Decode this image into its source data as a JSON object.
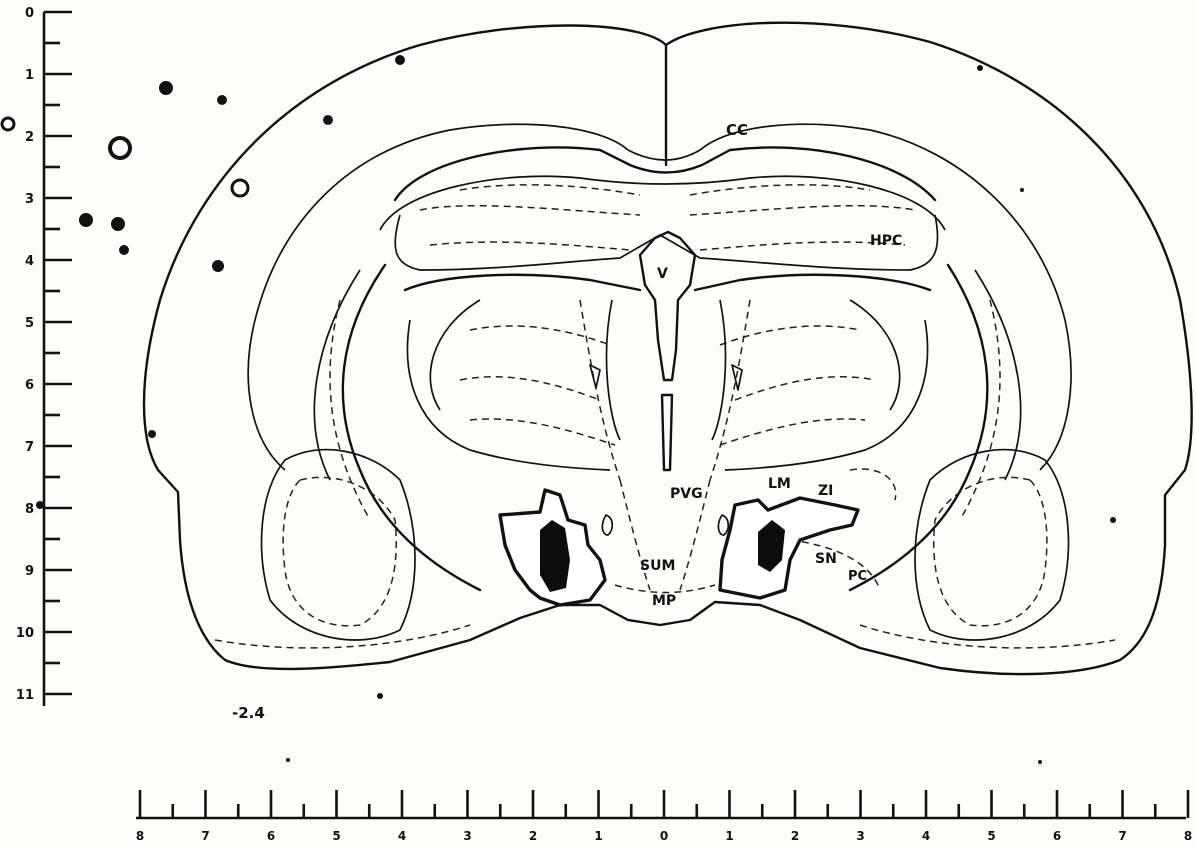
{
  "figure": {
    "level_label": "-2.4"
  },
  "regions": [
    {
      "key": "cc",
      "label": "CC"
    },
    {
      "key": "hpc",
      "label": "HPC"
    },
    {
      "key": "v",
      "label": "V"
    },
    {
      "key": "pvg",
      "label": "PVG"
    },
    {
      "key": "lm",
      "label": "LM"
    },
    {
      "key": "zi",
      "label": "ZI"
    },
    {
      "key": "sum",
      "label": "SUM"
    },
    {
      "key": "mp",
      "label": "MP"
    },
    {
      "key": "sn",
      "label": "SN"
    },
    {
      "key": "pc",
      "label": "PC"
    }
  ],
  "vertical_scale": {
    "ticks": [
      "0",
      "1",
      "2",
      "3",
      "4",
      "5",
      "6",
      "7",
      "8",
      "9",
      "10",
      "11"
    ]
  },
  "horizontal_scale": {
    "ticks": [
      "8",
      "7",
      "6",
      "5",
      "4",
      "3",
      "2",
      "1",
      "0",
      "1",
      "2",
      "3",
      "4",
      "5",
      "6",
      "7",
      "8"
    ]
  },
  "colors": {
    "ink": "#111111",
    "paper": "#fdfdfb",
    "lesion": "#0c0c0c"
  }
}
